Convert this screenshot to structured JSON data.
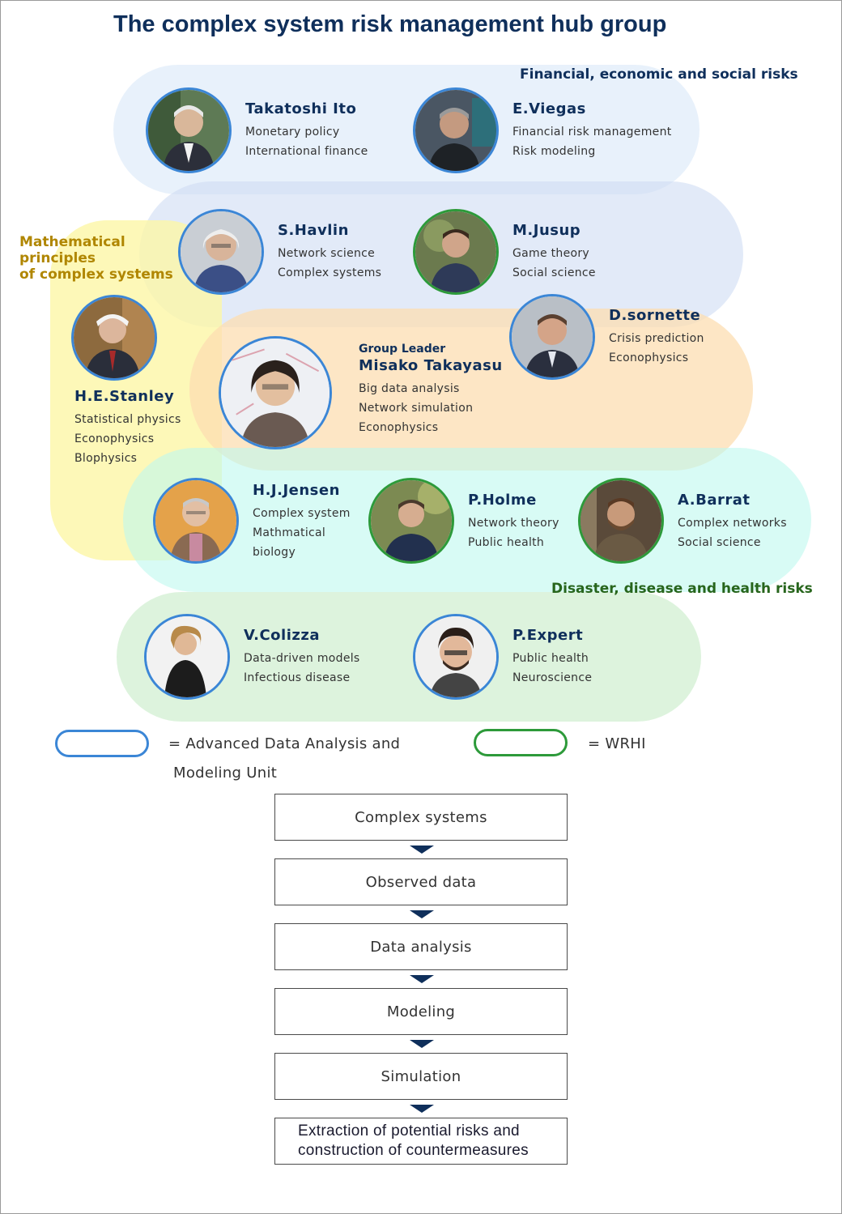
{
  "title": "The complex system risk management hub group",
  "categories": {
    "financial": "Financial, economic and social risks",
    "math": "Mathematical\nprinciples\nof complex systems",
    "disaster": "Disaster, disease and health risks"
  },
  "colors": {
    "navy": "#0f2f5b",
    "blue_ring": "#3b86d6",
    "green_ring": "#2d9a3a",
    "gold": "#b08600",
    "dark_green": "#27651c"
  },
  "people": {
    "ito": {
      "name": "Takatoshi Ito",
      "lines": [
        "Monetary policy",
        "International finance"
      ],
      "ring": "blue"
    },
    "viegas": {
      "name": "E.Viegas",
      "lines": [
        "Financial risk management",
        "Risk modeling"
      ],
      "ring": "blue"
    },
    "havlin": {
      "name": "S.Havlin",
      "lines": [
        "Network science",
        "Complex systems"
      ],
      "ring": "blue"
    },
    "jusup": {
      "name": "M.Jusup",
      "lines": [
        "Game theory",
        "Social science"
      ],
      "ring": "green"
    },
    "sornette": {
      "name": "D.sornette",
      "lines": [
        "Crisis prediction",
        "Econophysics"
      ],
      "ring": "blue"
    },
    "stanley": {
      "name": "H.E.Stanley",
      "lines": [
        "Statistical physics",
        "Econophysics",
        "Blophysics"
      ],
      "ring": "blue"
    },
    "takayasu": {
      "role": "Group Leader",
      "name": "Misako Takayasu",
      "lines": [
        "Big data analysis",
        "Network simulation",
        "Econophysics"
      ],
      "ring": "blue"
    },
    "jensen": {
      "name": "H.J.Jensen",
      "lines": [
        "Complex system",
        "Mathmatical",
        "biology"
      ],
      "ring": "blue"
    },
    "holme": {
      "name": "P.Holme",
      "lines": [
        "Network theory",
        "Public health"
      ],
      "ring": "green"
    },
    "barrat": {
      "name": "A.Barrat",
      "lines": [
        "Complex networks",
        "Social science"
      ],
      "ring": "green"
    },
    "colizza": {
      "name": "V.Colizza",
      "lines": [
        "Data-driven models",
        "Infectious disease"
      ],
      "ring": "blue"
    },
    "expert": {
      "name": "P.Expert",
      "lines": [
        "Public health",
        "Neuroscience"
      ],
      "ring": "blue"
    }
  },
  "legend": {
    "blue_line1": "= Advanced Data Analysis and",
    "blue_line2": "Modeling Unit",
    "green": "= WRHI"
  },
  "flow": [
    "Complex systems",
    "Observed data",
    "Data analysis",
    "Modeling",
    "Simulation",
    "Extraction of potential risks and\nconstruction of countermeasures"
  ]
}
